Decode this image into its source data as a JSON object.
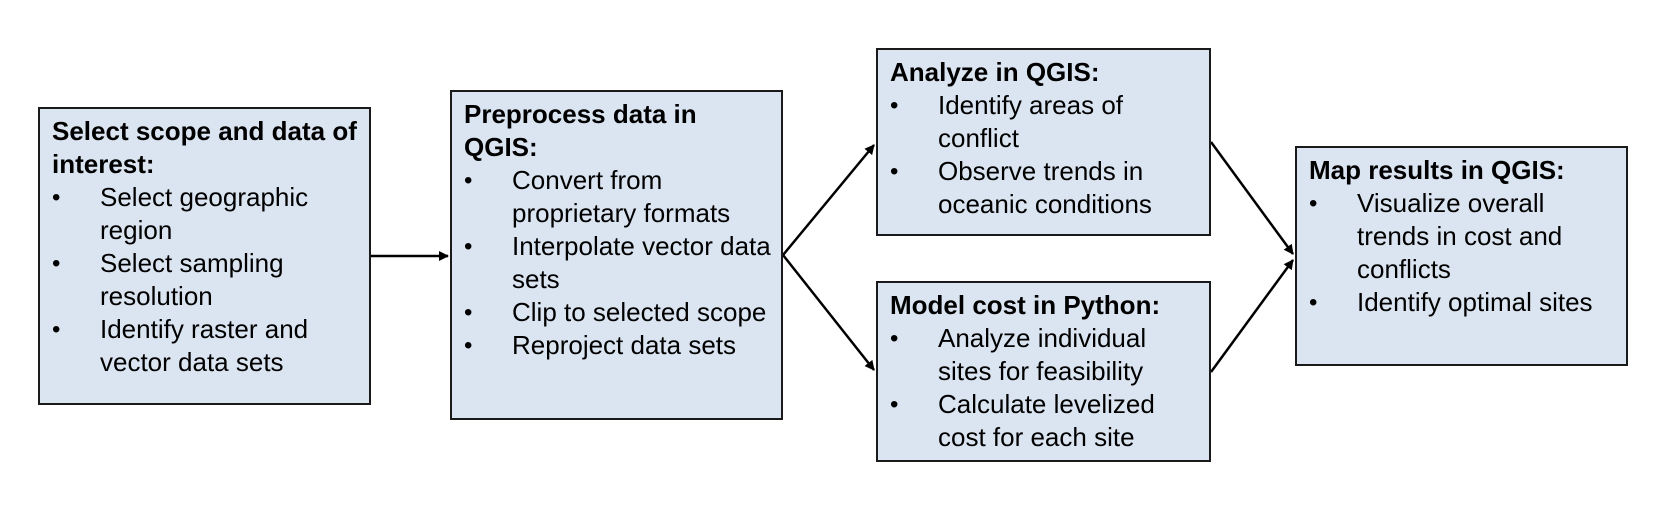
{
  "colors": {
    "box_fill": "#dbe5f1",
    "box_border": "#1a1a1a",
    "arrow": "#000000"
  },
  "bullet_symbol": "•",
  "boxes": {
    "scope": {
      "title": "Select scope and data of interest:",
      "items": [
        "Select geographic region",
        "Select sampling resolution",
        "Identify raster and vector data sets"
      ]
    },
    "preprocess": {
      "title": "Preprocess data in QGIS:",
      "items": [
        "Convert from proprietary formats",
        "Interpolate vector data sets",
        "Clip to selected scope",
        "Reproject data sets"
      ]
    },
    "analyze": {
      "title": "Analyze in QGIS:",
      "items": [
        "Identify areas of conflict",
        "Observe trends in oceanic conditions"
      ]
    },
    "model": {
      "title": "Model cost in Python:",
      "items": [
        "Analyze individual sites for feasibility",
        "Calculate levelized cost for each site"
      ]
    },
    "map": {
      "title": "Map results in QGIS:",
      "items": [
        "Visualize overall trends in cost and conflicts",
        "Identify optimal sites"
      ]
    }
  }
}
